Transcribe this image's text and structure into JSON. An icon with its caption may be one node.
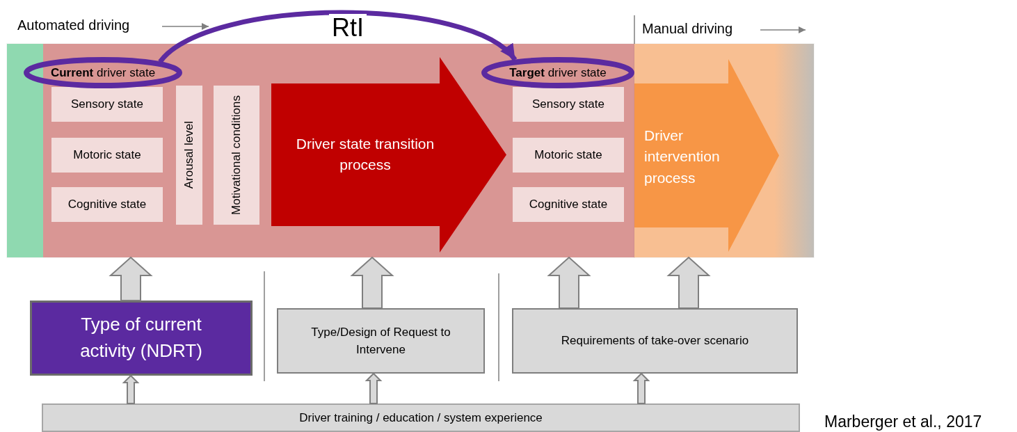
{
  "diagram": {
    "nodes": [
      {
        "text": [],
        "shape": "box"
      },
      {
        "text": [
          "**Current** driver state"
        ],
        "in": 0
      },
      {
        "text": [
          "Sensory state"
        ],
        "in": 0
      },
      {
        "text": [
          "Motoric state"
        ],
        "in": 0
      },
      {
        "text": [
          "Cognitive state"
        ],
        "in": 0
      },
      {
        "text": [
          "Arousal level"
        ],
        "in": 0
      },
      {
        "text": [
          "Motivational conditions"
        ],
        "in": 0
      },
      {
        "text": [
          "Driver state transition process"
        ],
        "in": 0
      },
      {
        "text": [
          "**Target** driver state"
        ],
        "in": 0
      },
      {
        "text": [
          "Sensory state"
        ],
        "in": 0
      },
      {
        "text": [
          "Motoric state"
        ],
        "in": 0
      },
      {
        "text": [
          "Cognitive state"
        ],
        "in": 0
      },
      {
        "text": [],
        "shape": "box"
      },
      {
        "text": [
          "Driver intervention process"
        ],
        "in": 12
      },
      {
        "text": [
          "Type of current activity (NDRT)"
        ]
      },
      {
        "text": [
          "Type/Design of Request to Intervene"
        ]
      },
      {
        "text": [
          "Requirements of take-over scenario"
        ]
      },
      {
        "text": [
          "Driver training / education / system experience"
        ]
      }
    ],
    "edges": [
      {
        "from": 1,
        "to": 8,
        "arrow": "to",
        "label": "RtI",
        "color": "#5b2aa0"
      },
      {
        "from": 14,
        "to": 0,
        "arrow": "to"
      },
      {
        "from": 15,
        "to": 0,
        "arrow": "to"
      },
      {
        "from": 16,
        "to": 0,
        "arrow": "to"
      },
      {
        "from": 16,
        "to": 12,
        "arrow": "to"
      },
      {
        "from": 17,
        "to": 14,
        "arrow": "to"
      },
      {
        "from": 17,
        "to": 15,
        "arrow": "to"
      },
      {
        "from": 17,
        "to": 16,
        "arrow": "to"
      }
    ],
    "labels": [
      "Automated driving",
      "Manual driving",
      "Marberger et al., 2017"
    ]
  }
}
